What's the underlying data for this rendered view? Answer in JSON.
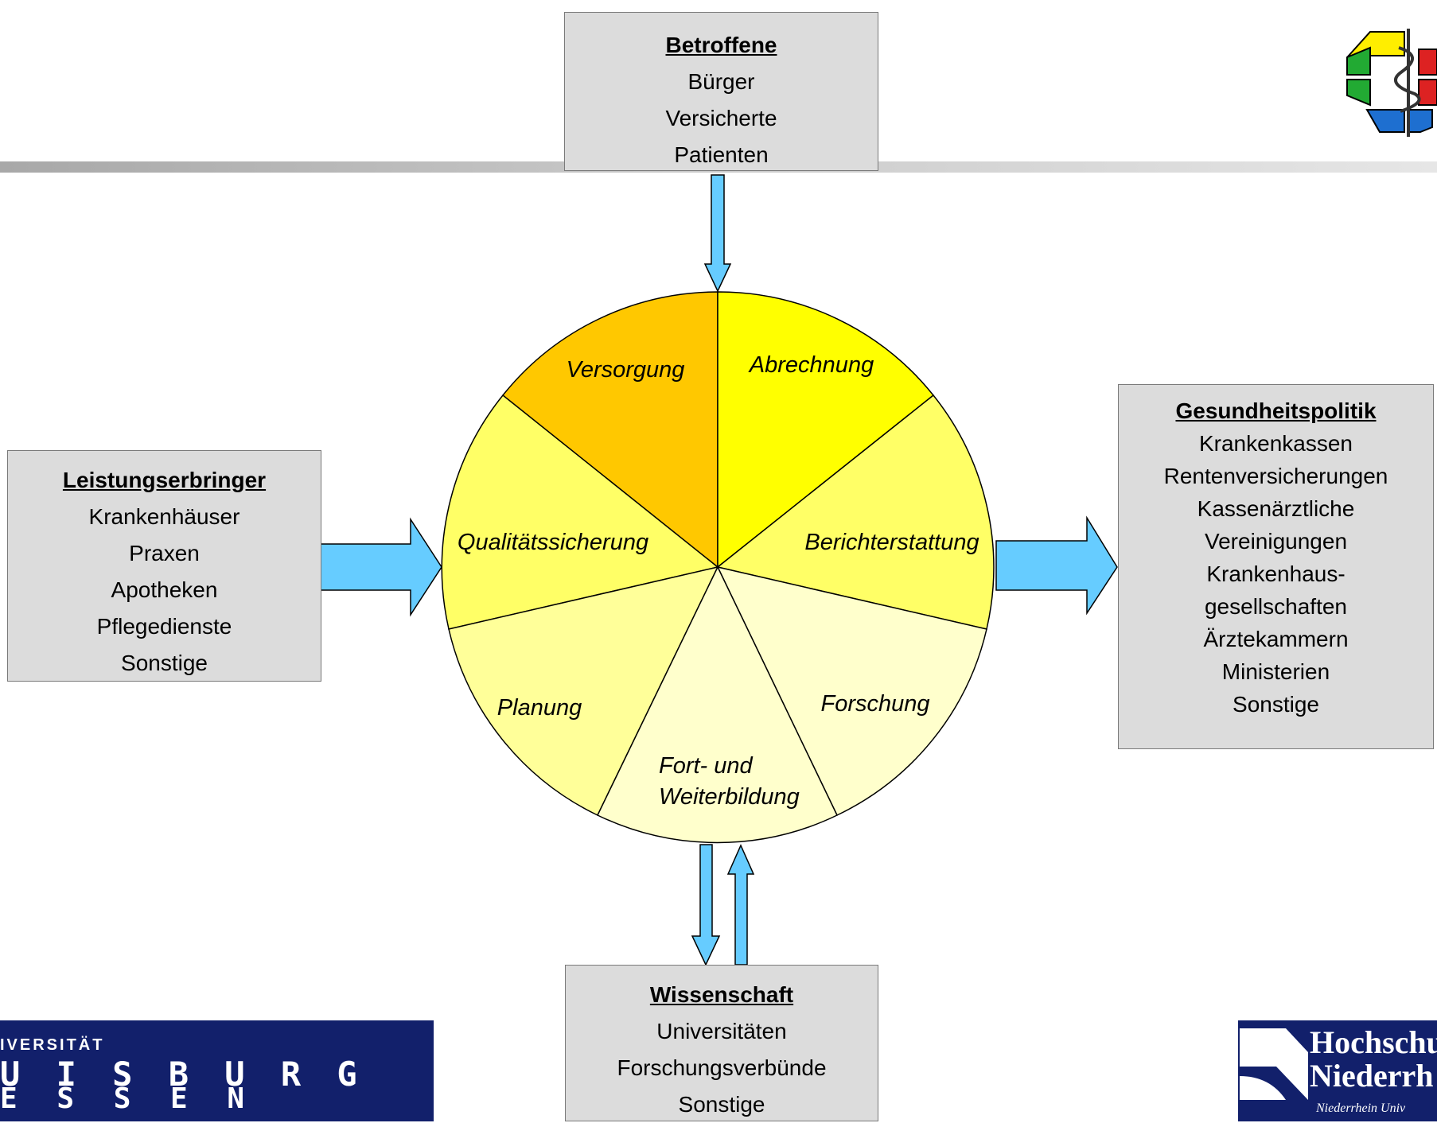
{
  "boxes": {
    "top": {
      "title": "Betroffene",
      "lines": [
        "Bürger",
        "Versicherte",
        "Patienten"
      ]
    },
    "left": {
      "title": "Leistungserbringer",
      "lines": [
        "Krankenhäuser",
        "Praxen",
        "Apotheken",
        "Pflegedienste",
        "Sonstige"
      ]
    },
    "right": {
      "title": "Gesundheitspolitik",
      "lines": [
        "Krankenkassen",
        "Rentenversicherungen",
        "Kassenärztliche",
        "Vereinigungen",
        "Krankenhaus-",
        "gesellschaften",
        "Ärztekammern",
        "Ministerien",
        "Sonstige"
      ]
    },
    "bottom": {
      "title": "Wissenschaft",
      "lines": [
        "Universitäten",
        "Forschungsverbünde",
        "Sonstige"
      ]
    }
  },
  "segments": [
    {
      "name": "versorgung",
      "label": "Versorgung",
      "color": "#ffc800"
    },
    {
      "name": "abrechnung",
      "label": "Abrechnung",
      "color": "#ffff00"
    },
    {
      "name": "berichterstattung",
      "label": "Berichterstattung",
      "color": "#ffff66"
    },
    {
      "name": "qualitaetssicherung",
      "label": "Qualitätssicherung",
      "color": "#ffff66"
    },
    {
      "name": "planung",
      "label": "Planung",
      "color": "#ffff99"
    },
    {
      "name": "forschung",
      "label": "Forschung",
      "color": "#ffffcc"
    },
    {
      "name": "fort-und-weiterbildung",
      "label_line1": "Fort- und",
      "label_line2": "Weiterbildung",
      "color": "#ffffcc"
    }
  ],
  "colors": {
    "arrow": "#66ccff",
    "box_fill": "#dcdcdc",
    "banner": "#12206b"
  },
  "logos": {
    "left": {
      "line1": "IVERSITÄT",
      "line2": "U I S B U R G",
      "line3": "E S S E N"
    },
    "right": {
      "line1": "Hochschu",
      "line2": "Niederrh",
      "line3": "Niederrhein Univ"
    }
  }
}
